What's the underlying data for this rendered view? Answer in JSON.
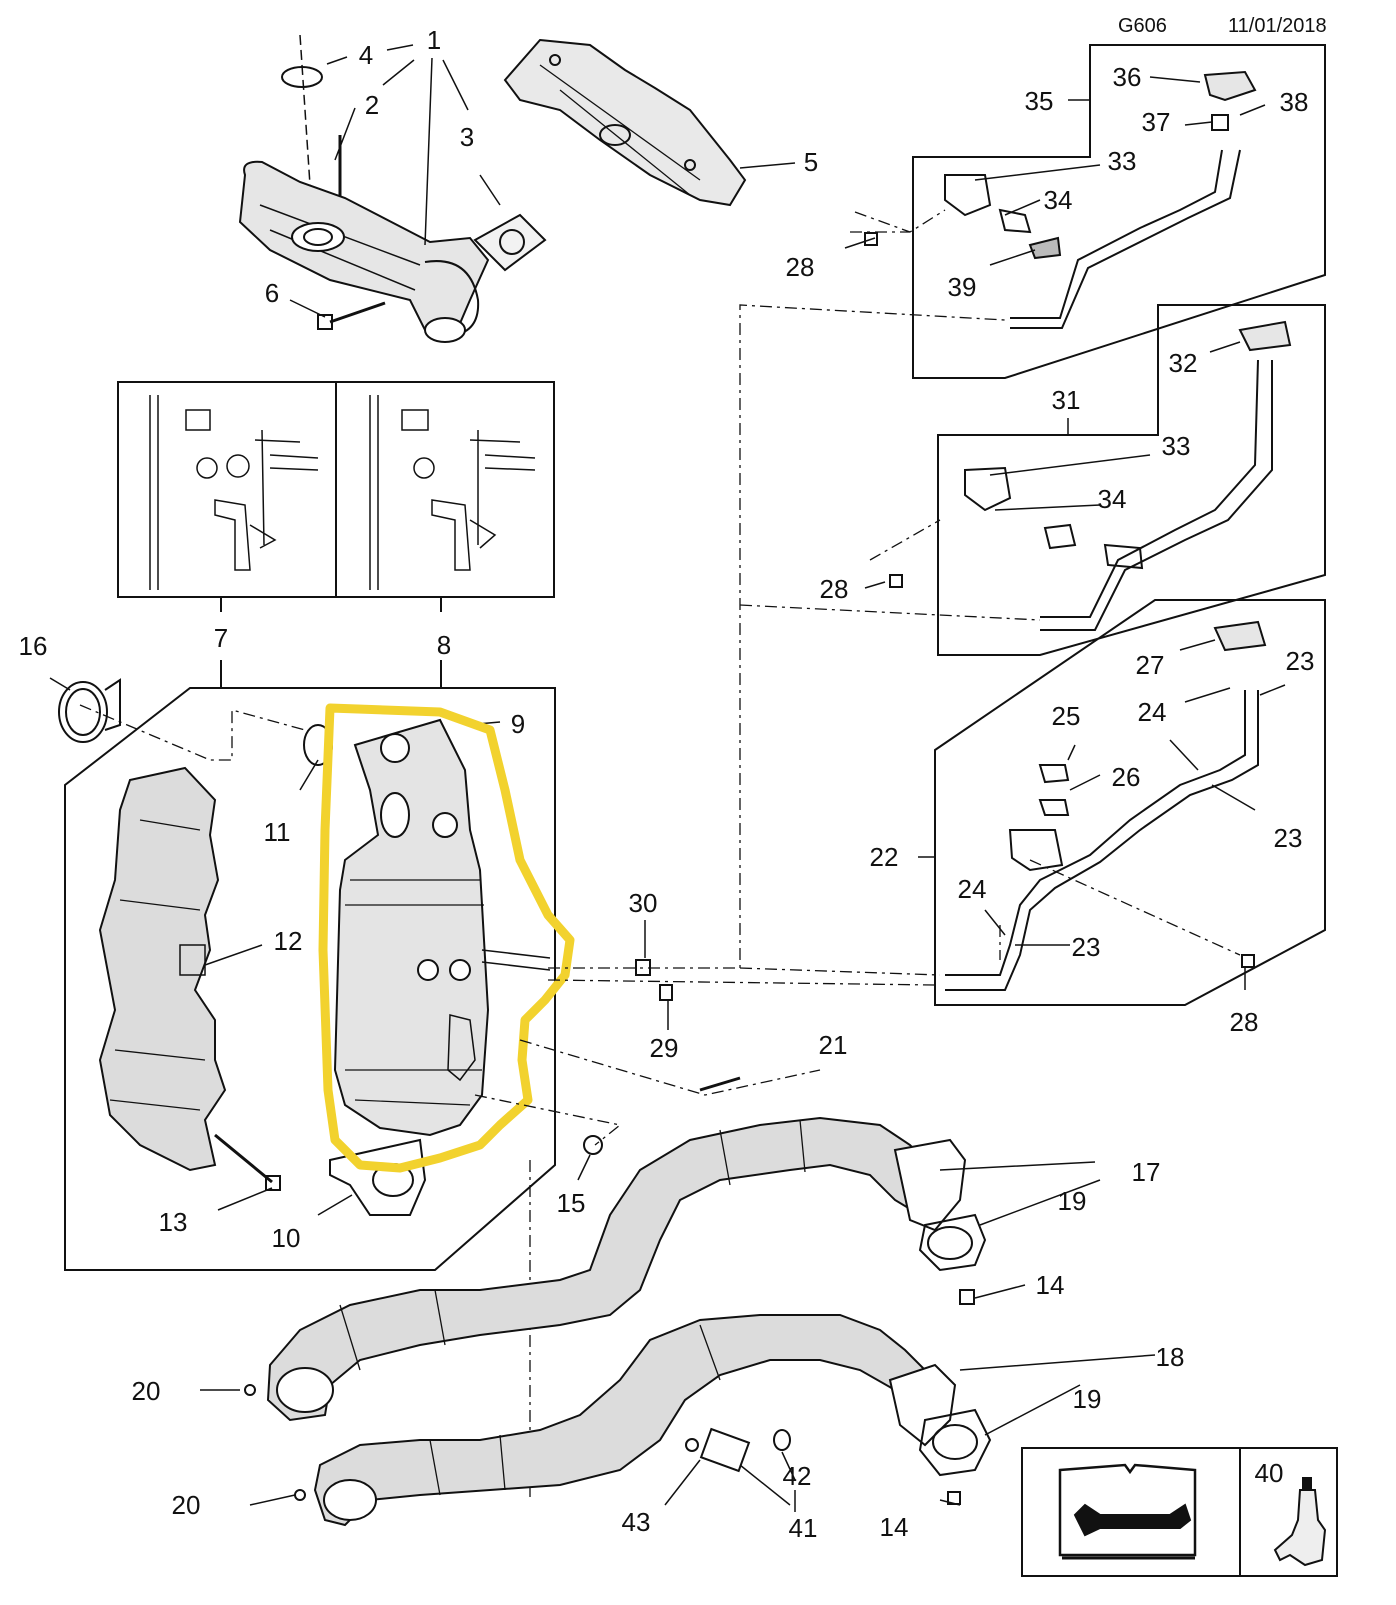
{
  "header": {
    "code": "G606",
    "date": "11/01/2018"
  },
  "colors": {
    "line": "#111111",
    "highlight": "#f2d22e",
    "part_fill": "#dcdcdc",
    "part_dark": "#8a8a8a"
  },
  "icons": [
    "service-manual-icon",
    "sealant-bottle-icon"
  ],
  "callouts": [
    "1",
    "2",
    "3",
    "4",
    "5",
    "6",
    "7",
    "8",
    "9",
    "10",
    "11",
    "12",
    "13",
    "14",
    "15",
    "16",
    "17",
    "18",
    "19",
    "20",
    "21",
    "22",
    "23",
    "24",
    "25",
    "26",
    "27",
    "28",
    "29",
    "30",
    "31",
    "32",
    "33",
    "34",
    "35",
    "36",
    "37",
    "38",
    "39",
    "40",
    "41",
    "42",
    "43"
  ]
}
